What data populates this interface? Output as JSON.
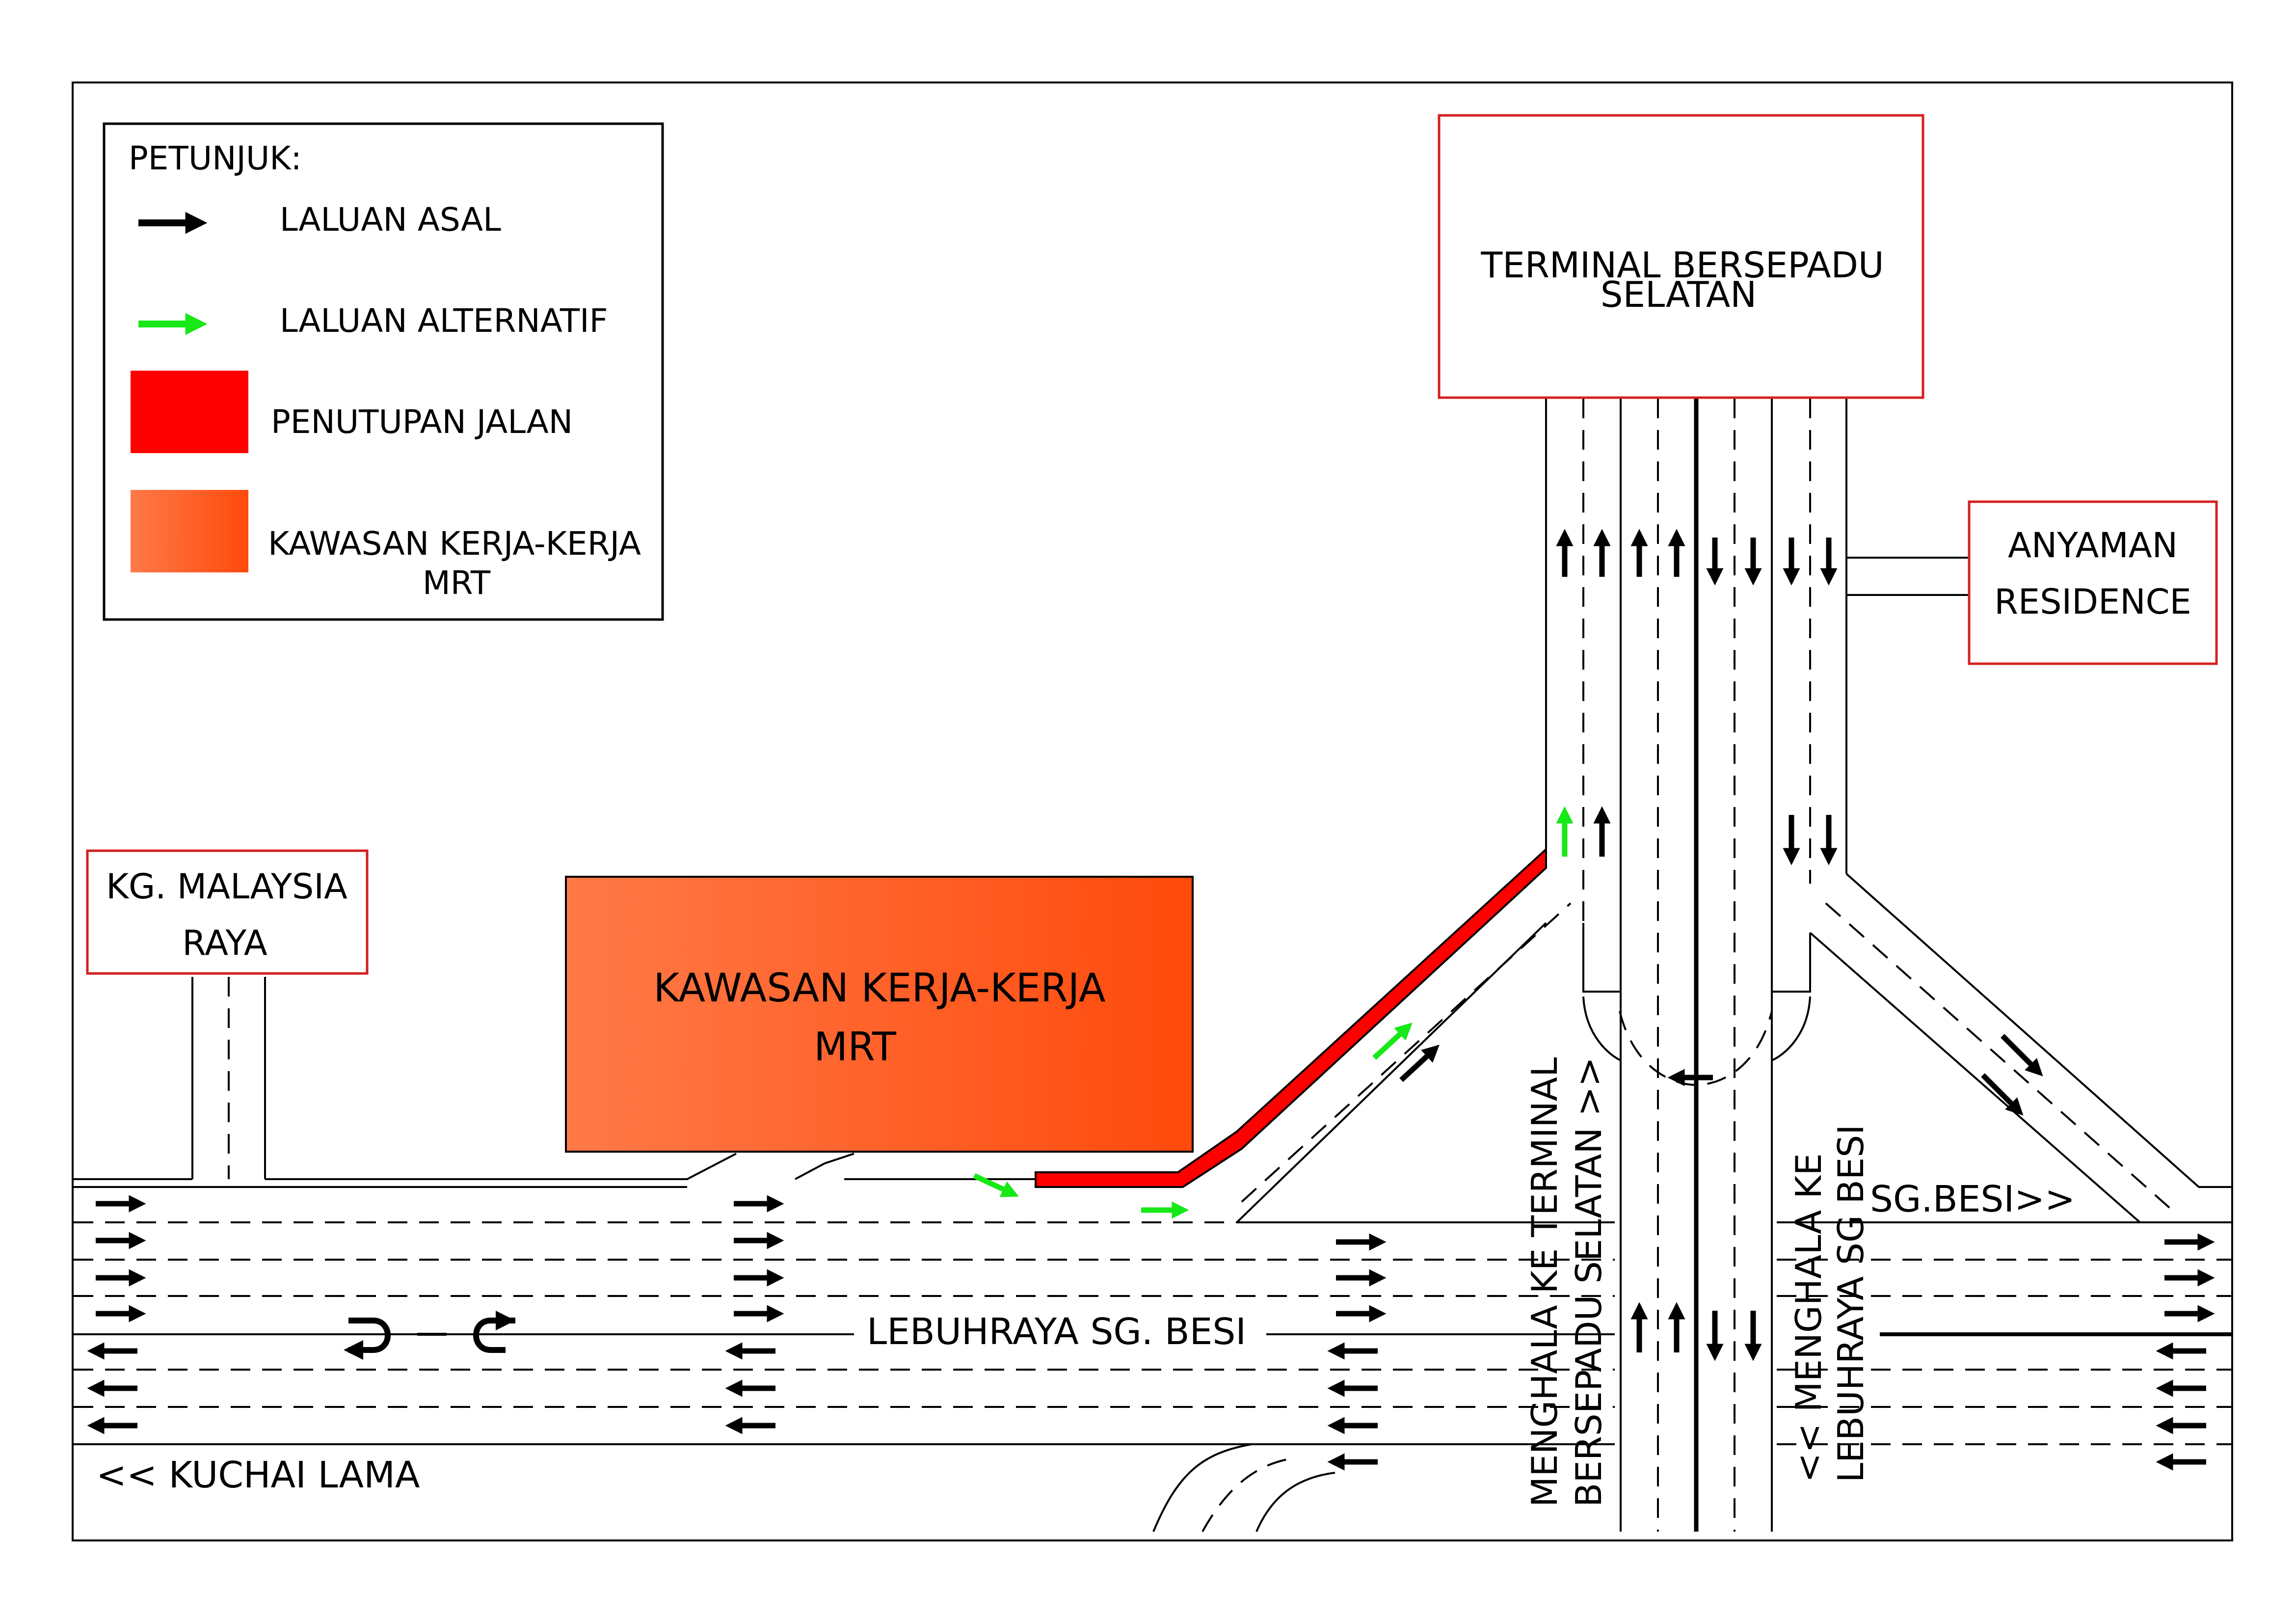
{
  "legend": {
    "title": "PETUNJUK:",
    "items": [
      {
        "label": "LALUAN ASAL",
        "kind": "black-arrow",
        "color": "#000000"
      },
      {
        "label": "LALUAN ALTERNATIF",
        "kind": "green-arrow",
        "color": "#17e817"
      },
      {
        "label": "PENUTUPAN JALAN",
        "kind": "red-fill",
        "color": "#ff0000"
      },
      {
        "label": "KAWASAN KERJA-KERJA",
        "label2": "MRT",
        "kind": "orange-gradient",
        "color": "#ff5a1e"
      }
    ]
  },
  "places": {
    "terminal": {
      "line1": "TERMINAL BERSEPADU",
      "line2": "SELATAN"
    },
    "anyaman": {
      "line1": "ANYAMAN",
      "line2": "RESIDENCE"
    },
    "kg_malaysia": {
      "line1": "KG. MALAYSIA",
      "line2": "RAYA"
    },
    "mrt_area": {
      "line1": "KAWASAN KERJA-KERJA",
      "line2": "MRT"
    }
  },
  "roads": {
    "highway": "LEBUHRAYA SG. BESI",
    "kuchai": "<< KUCHAI LAMA",
    "sgbesi": "SG.BESI>>",
    "to_terminal_1": "MENGHALA KE TERMINAL",
    "to_terminal_2": "BERSEPADU SELATAN >>",
    "to_highway_1": "<< MENGHALA KE",
    "to_highway_2": "LEBUHRAYA SG BESI"
  },
  "colors": {
    "closure": "#ff0000",
    "alternate": "#17e817",
    "box_border": "#d42020",
    "mrt_light": "#ff7a48",
    "mrt_dark": "#ff4a0c"
  }
}
